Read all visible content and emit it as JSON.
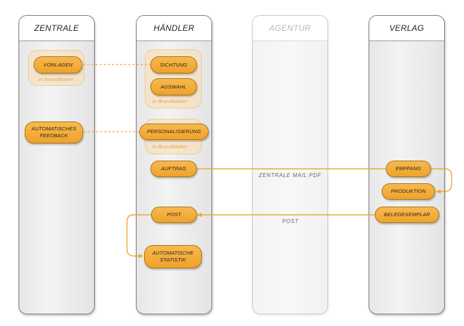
{
  "lanes": {
    "zentrale": "ZENTRALE",
    "haendler": "HÄNDLER",
    "agentur": "AGENTUR",
    "verlag": "VERLAG"
  },
  "nodes": {
    "vorlagen": "VORLAGEN",
    "sichtung": "SICHTUNG",
    "auswahl": "AUSWAHL",
    "automatisches_feedback": "AUTOMATISCHES\nFEEDBACK",
    "personalisierung": "PERSONALISIERUNG",
    "auftrag": "AUFTRAG",
    "post": "POST",
    "automatische_statistik": "AUTOMATISCHE\nSTATISTIK",
    "empfang": "EMPFANG",
    "produktion": "PRODUKTION",
    "belegexemplar": "BELEGEXEMPLAR"
  },
  "group_notes": {
    "vorlagen": "in BrandMaker",
    "auswahl": "in BrandMaker",
    "personalisierung": "in BrandMaker"
  },
  "flow_labels": {
    "zentrale_mail_pdf": "ZENTRALE MAIL PDF",
    "post": "POST"
  },
  "colors": {
    "node_fill": "#f4ac3a",
    "node_border": "#a87718",
    "connector": "#f0a830",
    "group_fill": "#fadcaf"
  }
}
